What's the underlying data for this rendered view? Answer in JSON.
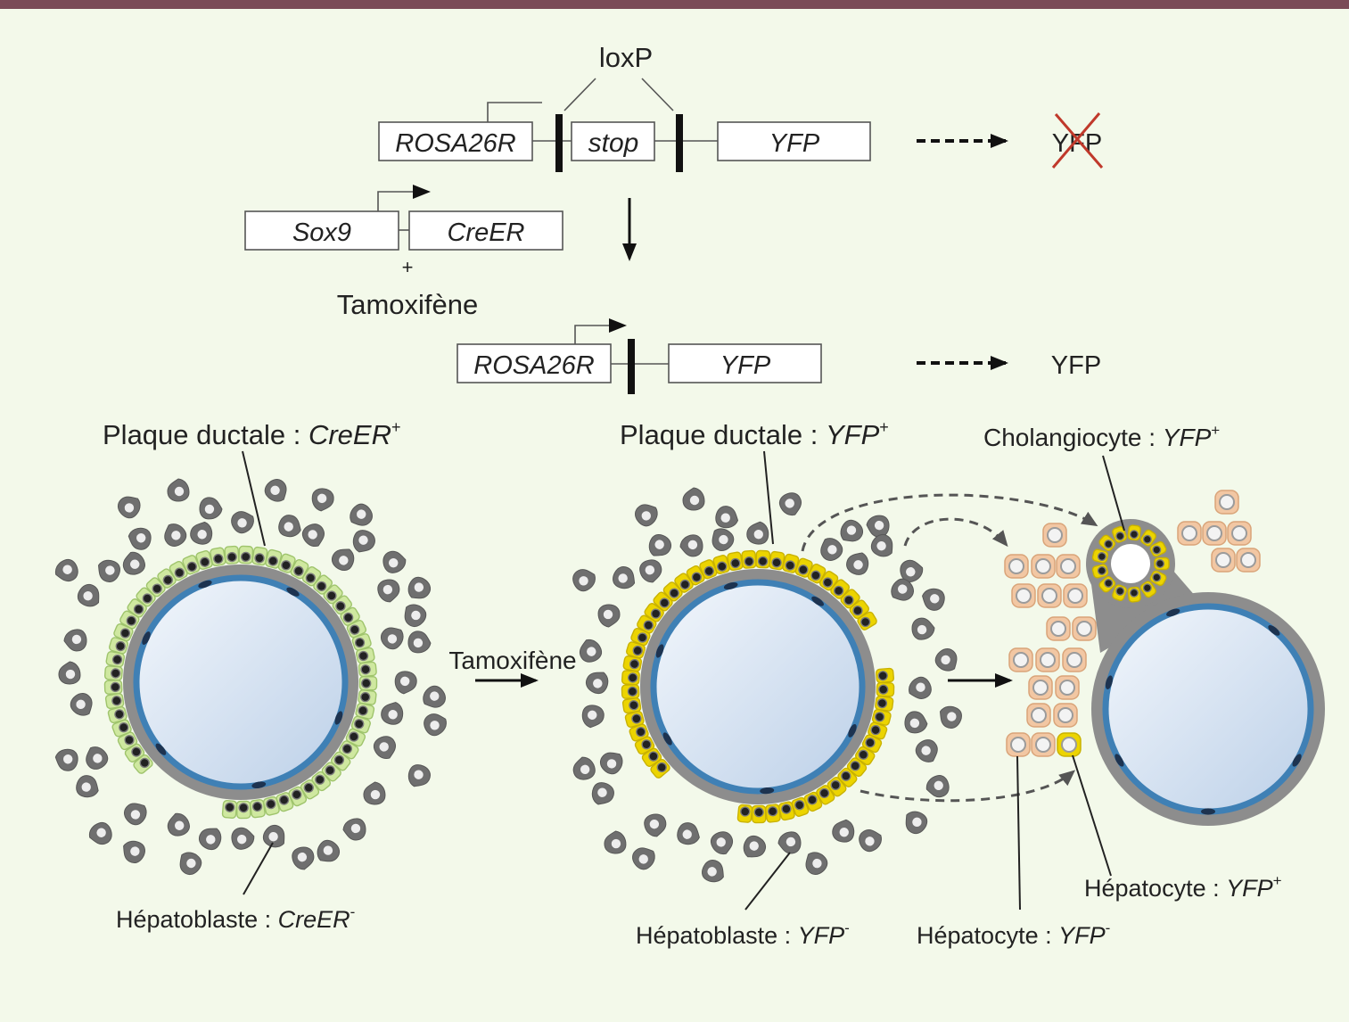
{
  "top_construct": {
    "loxp": "loxP",
    "rosa26r": "ROSA26R",
    "stop": "stop",
    "yfp": "YFP",
    "yfp_not_expressed": "YFP"
  },
  "driver_construct": {
    "sox9": "Sox9",
    "creer": "CreER",
    "plus": "+",
    "tamoxifen": "Tamoxifène"
  },
  "recombined_construct": {
    "rosa26r": "ROSA26R",
    "yfp": "YFP",
    "yfp_expressed": "YFP"
  },
  "cell_labels": {
    "ductal_plate_creer": {
      "prefix": "Plaque ductale : ",
      "gene": "CreER",
      "sign": "+"
    },
    "hepatoblast_creer": {
      "prefix": "Hépatoblaste : ",
      "gene": "CreER",
      "sign": "-"
    },
    "ductal_plate_yfp": {
      "prefix": "Plaque ductale : ",
      "gene": "YFP",
      "sign": "+"
    },
    "hepatoblast_yfp": {
      "prefix": "Hépatoblaste : ",
      "gene": "YFP",
      "sign": "-"
    },
    "cholangiocyte_yfp": {
      "prefix": "Cholangiocyte : ",
      "gene": "YFP",
      "sign": "+"
    },
    "hepatocyte_yfp_pos": {
      "prefix": "Hépatocyte : ",
      "gene": "YFP",
      "sign": "+"
    },
    "hepatocyte_yfp_neg": {
      "prefix": "Hépatocyte : ",
      "gene": "YFP",
      "sign": "-"
    }
  },
  "transition": {
    "tamoxifen": "Tamoxifène"
  },
  "colors": {
    "background": "#f3f9ea",
    "frame": "#7b4b57",
    "mesenchyme": "#8d8d8d",
    "endothelium": "#3f80b5",
    "ductal_plate_creer": "#cfe8a0",
    "ductal_plate_yfp": "#ecd400",
    "hepatoblast": "#6f6f6f",
    "hepatocyte": "#f2c7a3",
    "crossout": "#c0392b"
  }
}
